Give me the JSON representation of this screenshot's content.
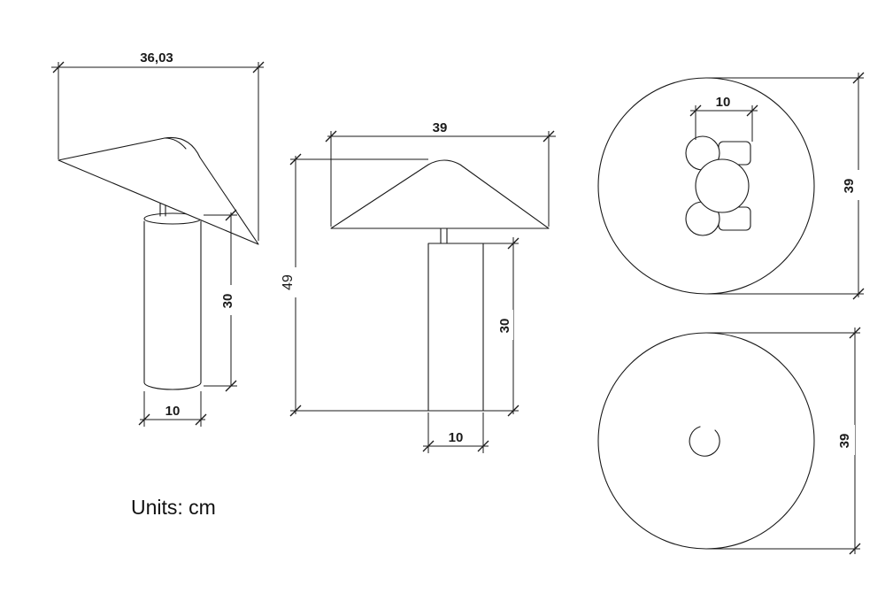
{
  "units_note": "Units: cm",
  "views": {
    "side_view": {
      "shade_width_label": "36,03",
      "body_height_label": "30",
      "body_diameter_label": "10"
    },
    "front_view": {
      "shade_width_label": "39",
      "total_height_label": "49",
      "body_height_label": "30",
      "body_diameter_label": "10"
    },
    "top_view": {
      "diameter_label": "39",
      "bulb_spacing_label": "10"
    },
    "bottom_view": {
      "diameter_label": "39"
    }
  },
  "colors": {
    "line": "#1a1a1a",
    "background": "#ffffff"
  }
}
